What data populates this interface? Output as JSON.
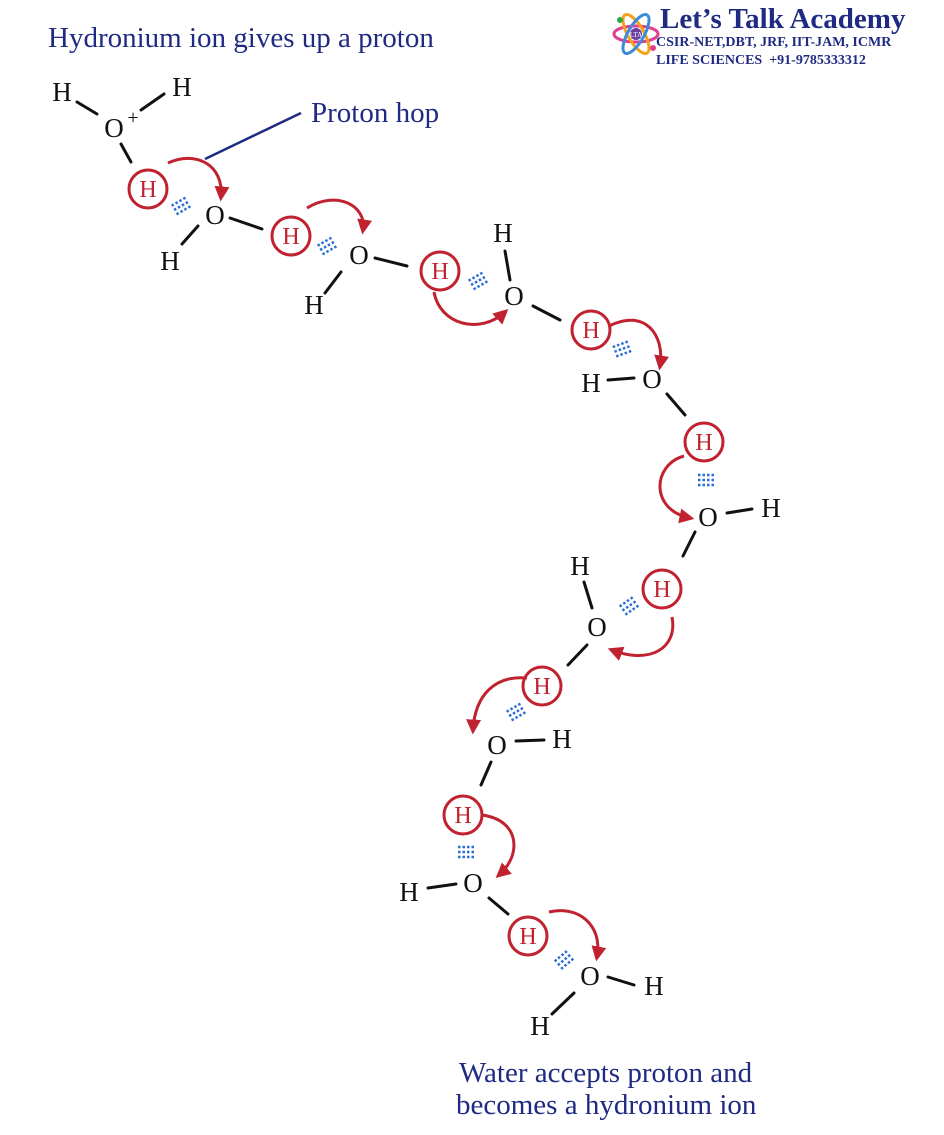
{
  "title": "Hydronium ion gives up a proton",
  "annotation": "Proton hop",
  "caption_line1": "Water accepts proton and",
  "caption_line2": "becomes a hydronium ion",
  "logo": {
    "title": "Let’s Talk Academy",
    "line1": "CSIR-NET,DBT, JRF, IIT-JAM, ICMR",
    "line2_a": "LIFE SCIENCES",
    "line2_b": "+91-9785333312",
    "mark_text": "LTA"
  },
  "atom_labels": {
    "hydrogen": "H",
    "oxygen": "O",
    "hydronium_oxygen": "O",
    "charge": "+"
  },
  "colors": {
    "title_blue": "#1f2a83",
    "proton_red": "#c0222f",
    "hbond_blue": "#2b6fd6",
    "atom_black": "#111111"
  }
}
